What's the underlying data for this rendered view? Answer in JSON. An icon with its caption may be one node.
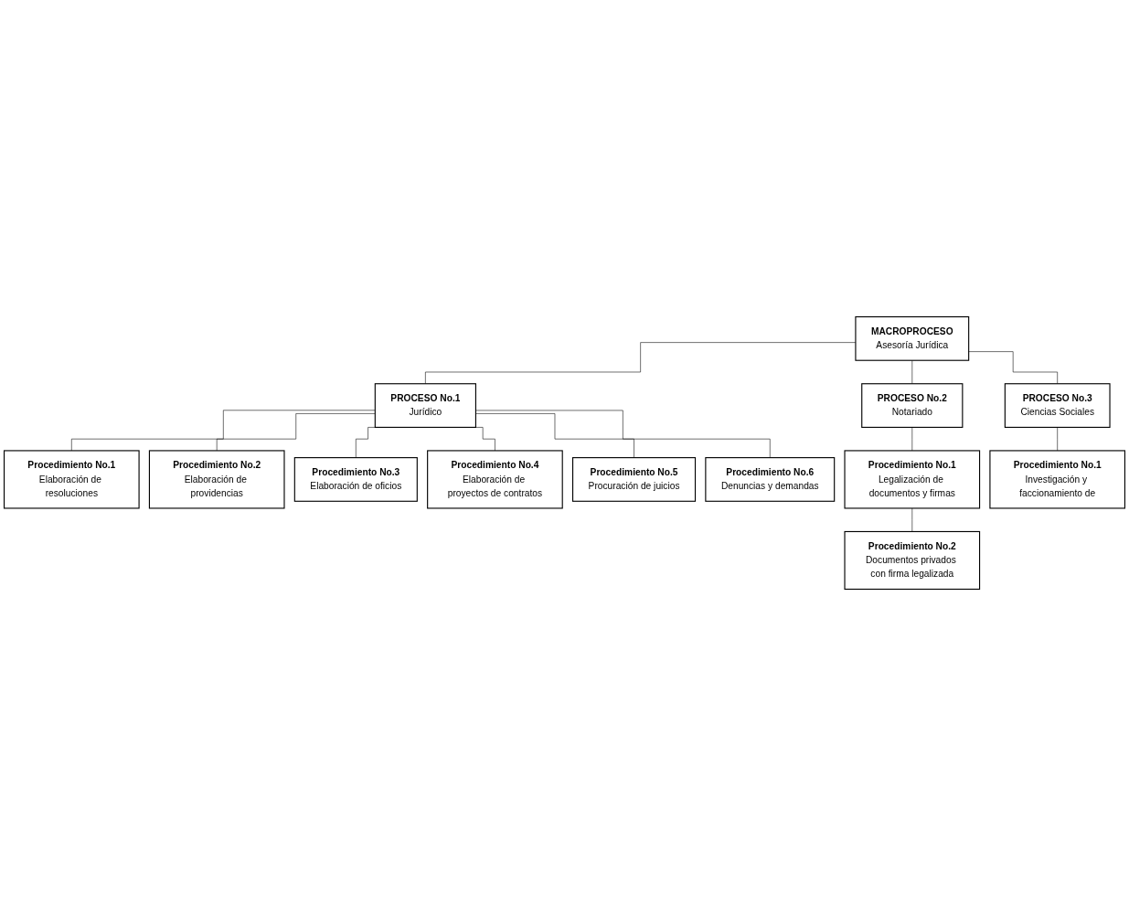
{
  "diagram": {
    "nodes": [
      {
        "text": [
          "MACROPROCESO",
          "Asesoría Jurídica"
        ]
      },
      {
        "text": [
          "PROCESO No.1",
          "Jurídico"
        ]
      },
      {
        "text": [
          "PROCESO No.2",
          "Notariado"
        ]
      },
      {
        "text": [
          "PROCESO No.3",
          "Ciencias Sociales"
        ]
      },
      {
        "text": [
          "Procedimiento No.1",
          "Elaboración de resoluciones"
        ]
      },
      {
        "text": [
          "Procedimiento No.2",
          "Elaboración de providencias"
        ]
      },
      {
        "text": [
          "Procedimiento No.3",
          "Elaboración de oficios"
        ]
      },
      {
        "text": [
          "Procedimiento No.4",
          "Elaboración de proyectos de contratos"
        ]
      },
      {
        "text": [
          "Procedimiento No.5",
          "Procuración de juicios"
        ]
      },
      {
        "text": [
          "Procedimiento No.6",
          "Denuncias y demandas"
        ]
      },
      {
        "text": [
          "Procedimiento No.1",
          "Legalización de documentos y firmas"
        ]
      },
      {
        "text": [
          "Procedimiento No.2",
          "Documentos privados con firma legalizada"
        ]
      },
      {
        "text": [
          "Procedimiento No.1",
          "Investigación y faccionamiento de"
        ]
      }
    ],
    "edges": [
      {
        "from": 0,
        "to": 1,
        "arrow": "none"
      },
      {
        "from": 0,
        "to": 2,
        "arrow": "none"
      },
      {
        "from": 0,
        "to": 3,
        "arrow": "none"
      },
      {
        "from": 1,
        "to": 4,
        "arrow": "none"
      },
      {
        "from": 1,
        "to": 5,
        "arrow": "none"
      },
      {
        "from": 1,
        "to": 6,
        "arrow": "none"
      },
      {
        "from": 1,
        "to": 7,
        "arrow": "none"
      },
      {
        "from": 1,
        "to": 8,
        "arrow": "none"
      },
      {
        "from": 1,
        "to": 9,
        "arrow": "none"
      },
      {
        "from": 2,
        "to": 10,
        "arrow": "none"
      },
      {
        "from": 10,
        "to": 11,
        "arrow": "none"
      },
      {
        "from": 3,
        "to": 12,
        "arrow": "none"
      }
    ]
  }
}
